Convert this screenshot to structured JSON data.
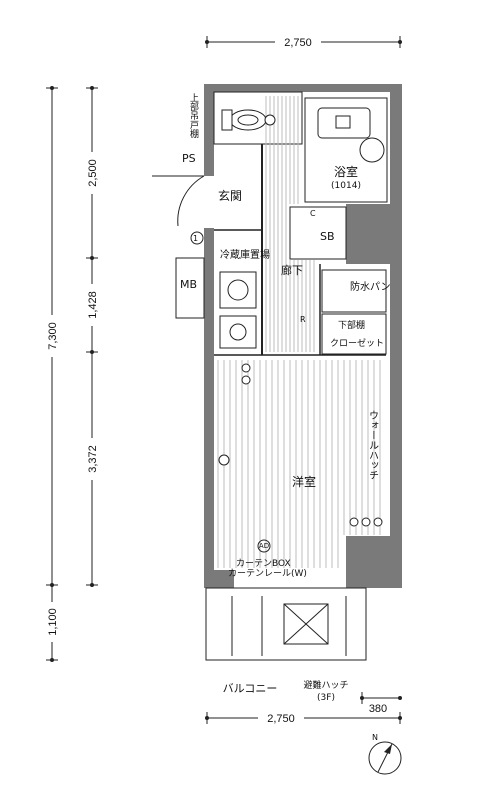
{
  "dimensions": {
    "top_width": "2,750",
    "bottom_width": "2,750",
    "total_depth": "7,300",
    "segment_1": "2,500",
    "segment_2": "1,428",
    "segment_3": "3,372",
    "segment_4": "1,100",
    "balcony_offset": "380"
  },
  "rooms": {
    "bath": "浴室",
    "bath_size": "(1014)",
    "entrance": "玄関",
    "hallway": "廊下",
    "western_room": "洋室",
    "balcony": "バルコニー"
  },
  "labels": {
    "upper_cabinet": "上部吊戸棚",
    "ps": "PS",
    "mb": "MB",
    "sb": "SB",
    "fridge_space": "冷蔵庫置場",
    "waterproof_pan": "防水パン",
    "lower_closet": "下部棚",
    "closet": "クローゼット",
    "walk_in_hatch": "ウォールハッチ",
    "curtain_box": "カーテンBOX",
    "curtain_rail": "カーテンレール(W)",
    "escape_hatch": "避難ハッチ",
    "escape_floor": "(3F)",
    "c_mark": "C",
    "r_mark": "R",
    "one_mark": "1",
    "ad_mark": "AD",
    "compass_n": "N"
  }
}
